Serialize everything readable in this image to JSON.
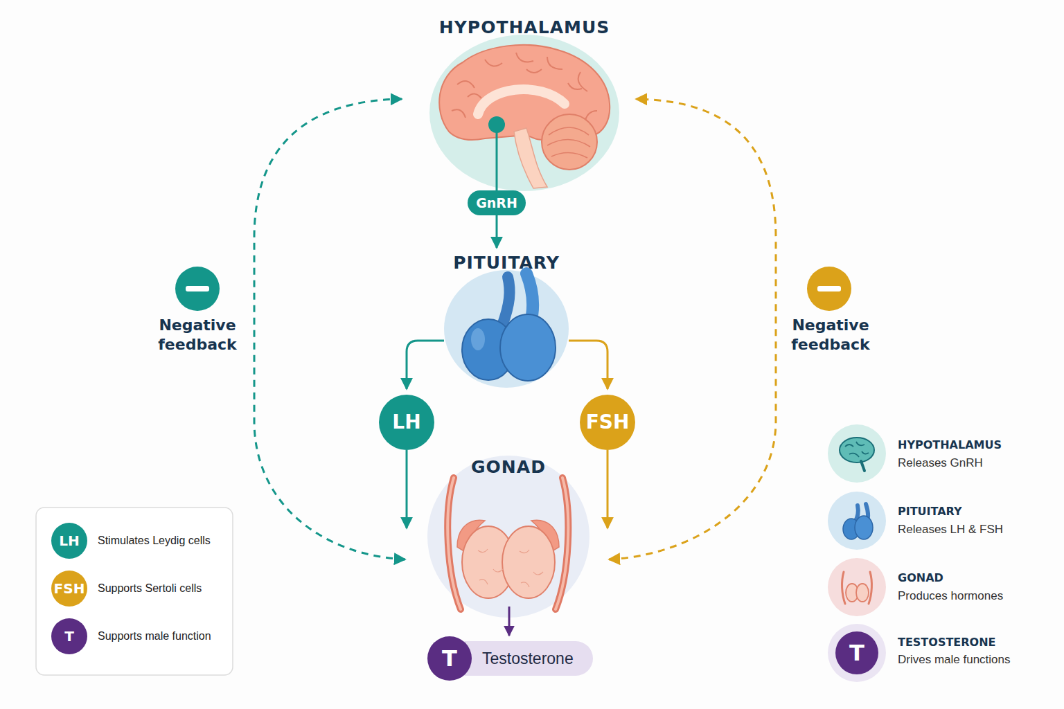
{
  "diagram": {
    "nodes": [
      {
        "text": [
          "HYPOTHALAMUS"
        ]
      },
      {
        "text": [
          "GnRH"
        ]
      },
      {
        "text": [
          "PITUITARY"
        ]
      },
      {
        "text": [
          "LH"
        ]
      },
      {
        "text": [
          "FSH"
        ]
      },
      {
        "text": [
          "GONAD"
        ]
      },
      {
        "text": [
          "T",
          "Testosterone"
        ]
      }
    ],
    "edges": [
      {
        "from": 0,
        "to": 1,
        "arrow": "none"
      },
      {
        "from": 1,
        "to": 2,
        "arrow": "to"
      },
      {
        "from": 2,
        "to": 3,
        "arrow": "to"
      },
      {
        "from": 2,
        "to": 4,
        "arrow": "to"
      },
      {
        "from": 3,
        "to": 5,
        "arrow": "to"
      },
      {
        "from": 4,
        "to": 5,
        "arrow": "to"
      },
      {
        "from": 5,
        "to": 6,
        "arrow": "to"
      },
      {
        "from": 5,
        "to": 0,
        "arrow": "both"
      },
      {
        "from": 5,
        "to": 0,
        "arrow": "both"
      }
    ],
    "labels": [
      "Negative feedback",
      "Negative feedback",
      "LH",
      "FSH",
      "T",
      "HYPOTHALAMUS",
      "Releases GnRH",
      "PITUITARY",
      "Releases LH & FSH",
      "GONAD",
      "Produces hormones",
      "T",
      "TESTOSTERONE",
      "Drives male functions"
    ],
    "legend": [
      {
        "text": "Stimulates Leydig cells",
        "color": "#14968a"
      },
      {
        "text": "Supports Sertoli cells",
        "color": "#dba21a"
      },
      {
        "text": "Supports male function",
        "color": "#5a2d82"
      }
    ]
  }
}
